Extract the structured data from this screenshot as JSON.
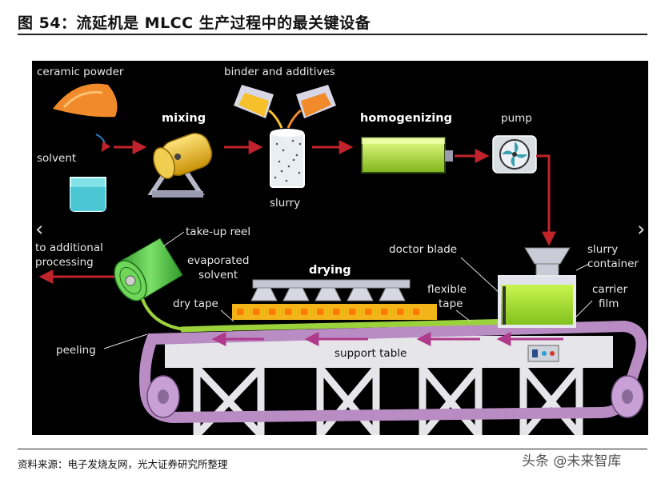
{
  "header": {
    "title": "图 54：流延机是 MLCC 生产过程中的最关键设备"
  },
  "diagram": {
    "labels": {
      "ceramic_powder": "ceramic powder",
      "solvent": "solvent",
      "mixing": "mixing",
      "binder": "binder and additives",
      "slurry": "slurry",
      "homogenizing": "homogenizing",
      "pump": "pump",
      "to_additional_1": "to additional",
      "to_additional_2": "processing",
      "take_up_reel": "take-up reel",
      "evaporated_1": "evaporated",
      "evaporated_2": "solvent",
      "drying": "drying",
      "doctor_blade": "doctor blade",
      "slurry_container_1": "slurry",
      "slurry_container_2": "container",
      "flexible_tape_1": "flexible",
      "flexible_tape_2": "tape",
      "carrier_film_1": "carrier",
      "carrier_film_2": "film",
      "dry_tape": "dry tape",
      "peeling": "peeling",
      "support_table": "support table"
    },
    "colors": {
      "arrow": "#c0232b",
      "tape": "#9bd13a",
      "belt": "#b98cc4",
      "frame": "#e6e6ea",
      "reel": "#4cc23f",
      "mixer": "#e6b820",
      "homogenizer": "#b6e23a",
      "powder": "#f08a2a"
    }
  },
  "footer": {
    "source": "资料来源：电子发烧友网，光大证券研究所整理",
    "watermark": "头条 @未来智库"
  }
}
